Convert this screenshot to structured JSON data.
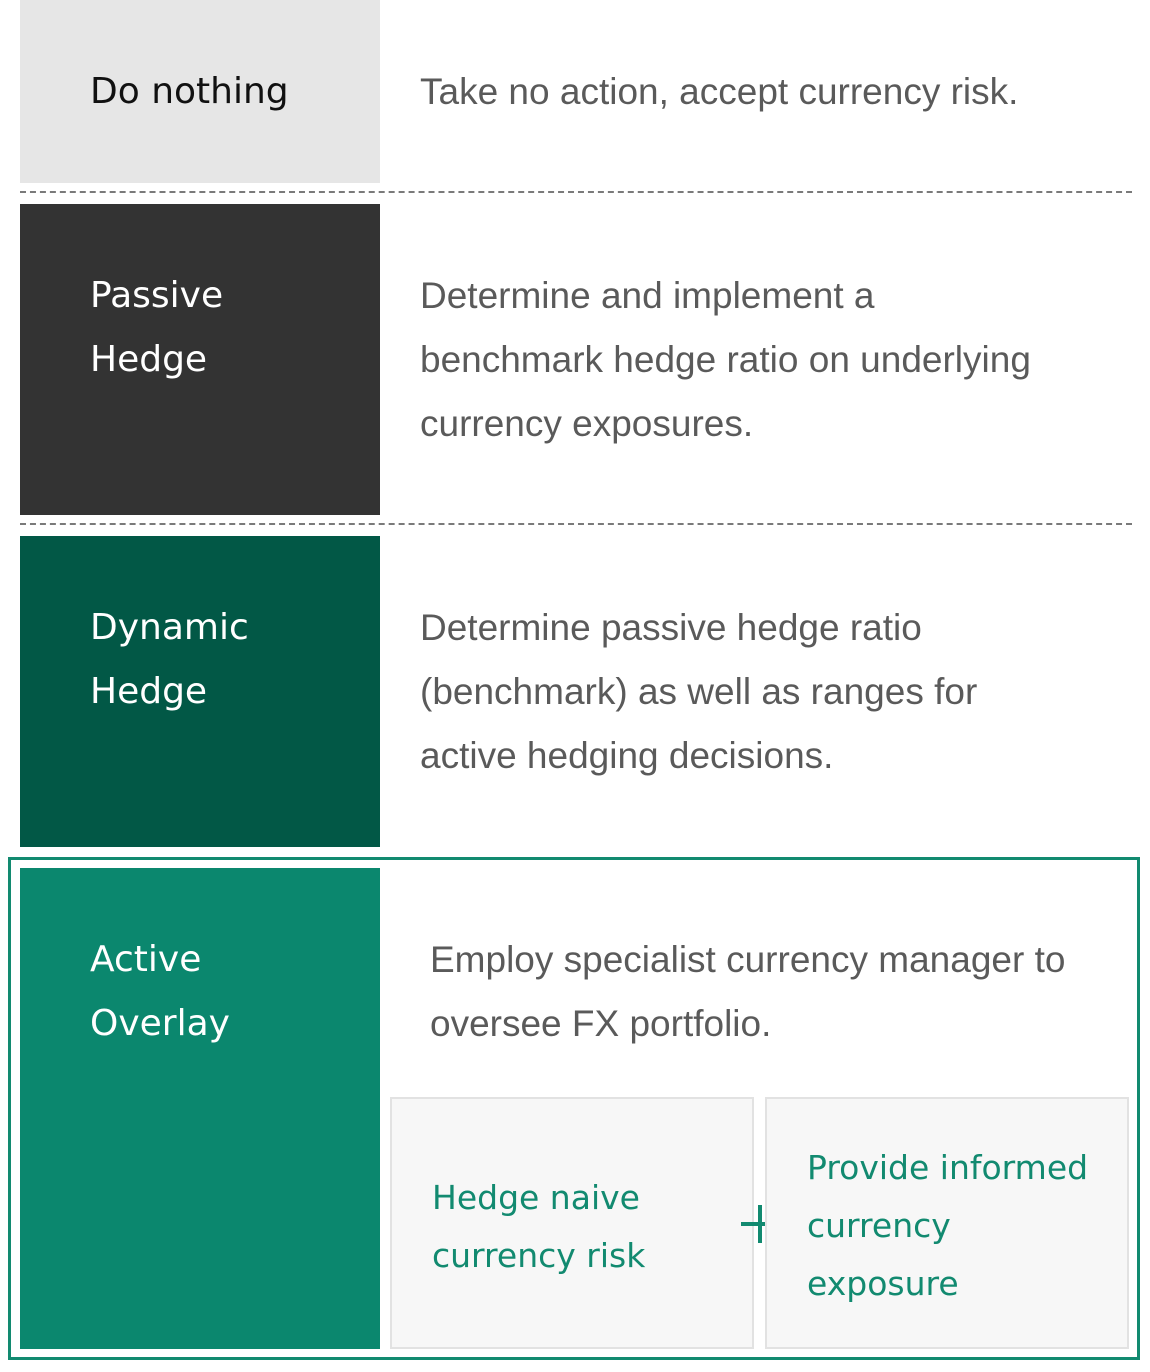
{
  "strategies": [
    {
      "label_lines": [
        "Do nothing"
      ],
      "description_lines": [
        "Take no action, accept currency risk."
      ],
      "color": "#e6e6e6"
    },
    {
      "label_lines": [
        "Passive",
        "Hedge"
      ],
      "description_lines": [
        "Determine and implement a",
        "benchmark hedge ratio on underlying",
        "currency exposures."
      ],
      "color": "#333333"
    },
    {
      "label_lines": [
        "Dynamic",
        "Hedge"
      ],
      "description_lines": [
        "Determine passive hedge ratio",
        "(benchmark) as well as ranges for",
        "active hedging decisions."
      ],
      "color": "#025846"
    },
    {
      "label_lines": [
        "Active",
        "Overlay"
      ],
      "description_lines": [
        "Employ specialist currency manager to",
        "oversee FX portfolio."
      ],
      "color": "#0b876e",
      "components": [
        {
          "lines": [
            "Hedge naive",
            "currency risk"
          ]
        },
        {
          "lines": [
            "Provide informed",
            "currency",
            "exposure"
          ]
        }
      ],
      "accent": "#128a70"
    }
  ]
}
